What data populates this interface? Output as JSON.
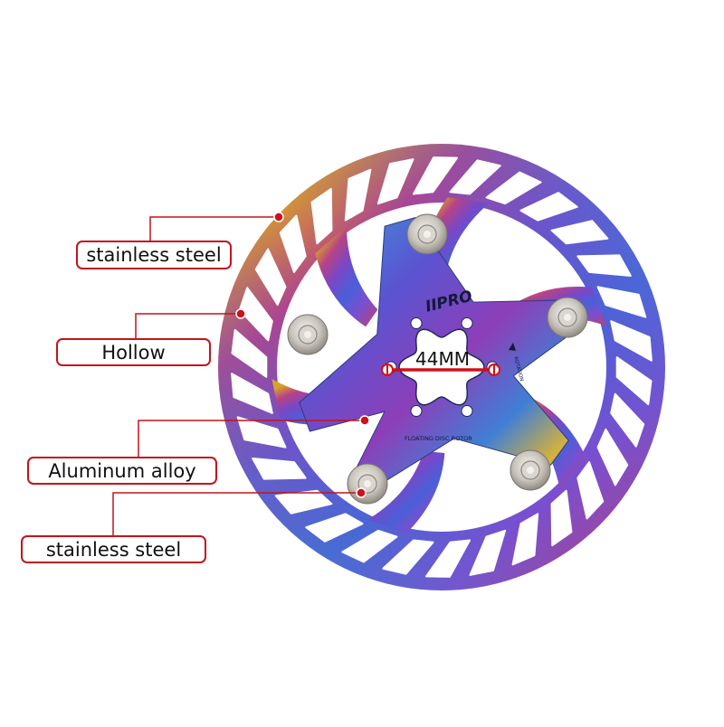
{
  "callouts": [
    {
      "label": "stainless steel"
    },
    {
      "label": "Hollow"
    },
    {
      "label": "Aluminum alloy"
    },
    {
      "label": "stainless steel"
    }
  ],
  "rotor": {
    "brand_text": "IIPRO",
    "measurement_label": "44MM",
    "spider_text": "FLOATING DISC ROTOR",
    "rotation_text": "ROTATION"
  },
  "colors": {
    "callout_red": "#c4141b",
    "rotor_iridescent": [
      "#d4a226",
      "#b43f8a",
      "#6a3fc6",
      "#3a62d9",
      "#2fa1cf"
    ]
  }
}
